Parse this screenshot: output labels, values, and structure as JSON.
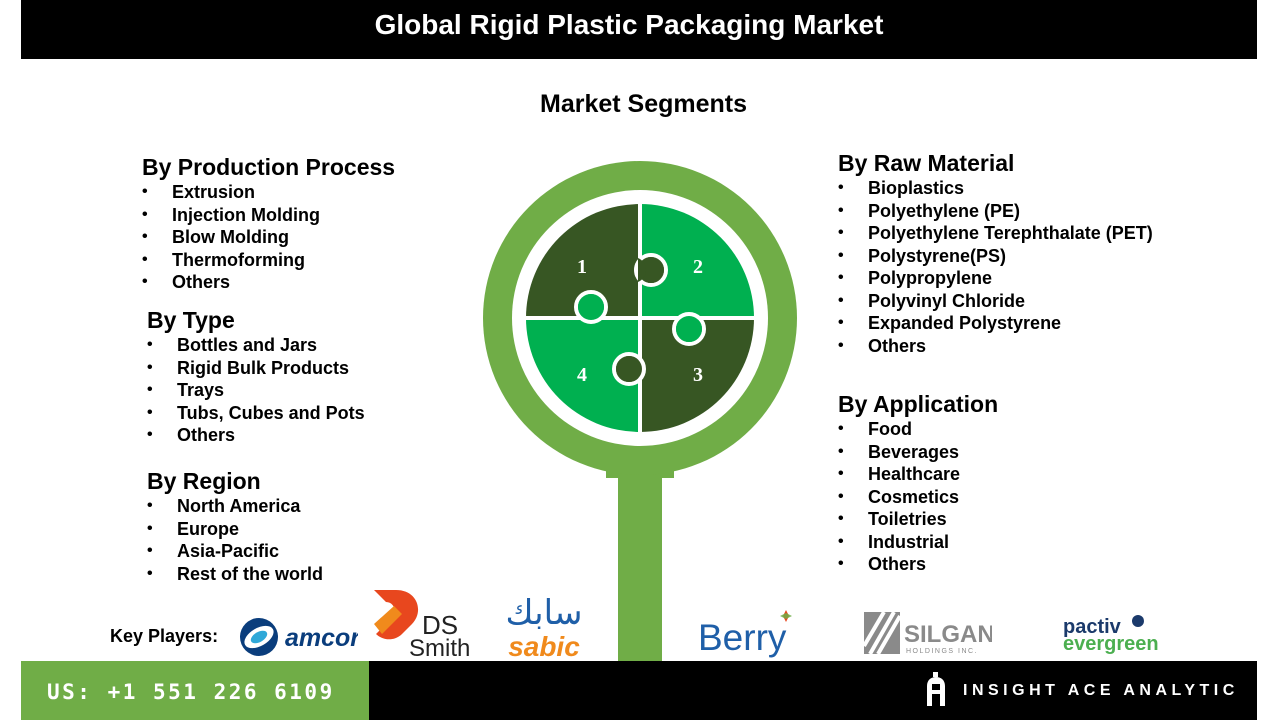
{
  "header": {
    "title": "Global Rigid Plastic Packaging Market"
  },
  "segments_title": "Market Segments",
  "segments": {
    "production_process": {
      "heading": "By Production Process",
      "items": [
        "Extrusion",
        "Injection Molding",
        "Blow Molding",
        "Thermoforming",
        "Others"
      ]
    },
    "type": {
      "heading": "By Type",
      "items": [
        "Bottles and Jars",
        "Rigid Bulk Products",
        "Trays",
        "Tubs, Cubes and Pots",
        "Others"
      ]
    },
    "region": {
      "heading": "By Region",
      "items": [
        "North America",
        "Europe",
        "Asia-Pacific",
        "Rest of the world"
      ]
    },
    "raw_material": {
      "heading": "By Raw Material",
      "items": [
        "Bioplastics",
        "Polyethylene (PE)",
        "Polyethylene Terephthalate (PET)",
        "Polystyrene(PS)",
        "Polypropylene",
        "Polyvinyl Chloride",
        "Expanded Polystyrene",
        "Others"
      ]
    },
    "application": {
      "heading": "By Application",
      "items": [
        "Food",
        "Beverages",
        "Healthcare",
        "Cosmetics",
        "Toiletries",
        "Industrial",
        "Others"
      ]
    }
  },
  "bullet": "•",
  "puzzle": {
    "labels": [
      "1",
      "2",
      "3",
      "4"
    ]
  },
  "key_players": {
    "label": "Key Players:",
    "logos": [
      "amcor",
      "DS Smith",
      "sabic",
      "Berry",
      "SILGAN",
      "pactiv evergreen"
    ]
  },
  "logo_text": {
    "amcor": "amcor",
    "ds": "DS",
    "smith": "Smith",
    "sabic_ar": "سابك",
    "sabic": "sabic",
    "berry": "Berry",
    "silgan": "SILGAN",
    "silgan_sub": "HOLDINGS INC.",
    "pactiv": "pactiv",
    "evergreen": "evergreen"
  },
  "footer": {
    "phone": "US: +1 551 226 6109",
    "brand": "INSIGHT ACE ANALYTIC"
  },
  "colors": {
    "dark_green": "#375623",
    "bright_green": "#00b050",
    "ring_green": "#70ad47",
    "black": "#000000"
  }
}
